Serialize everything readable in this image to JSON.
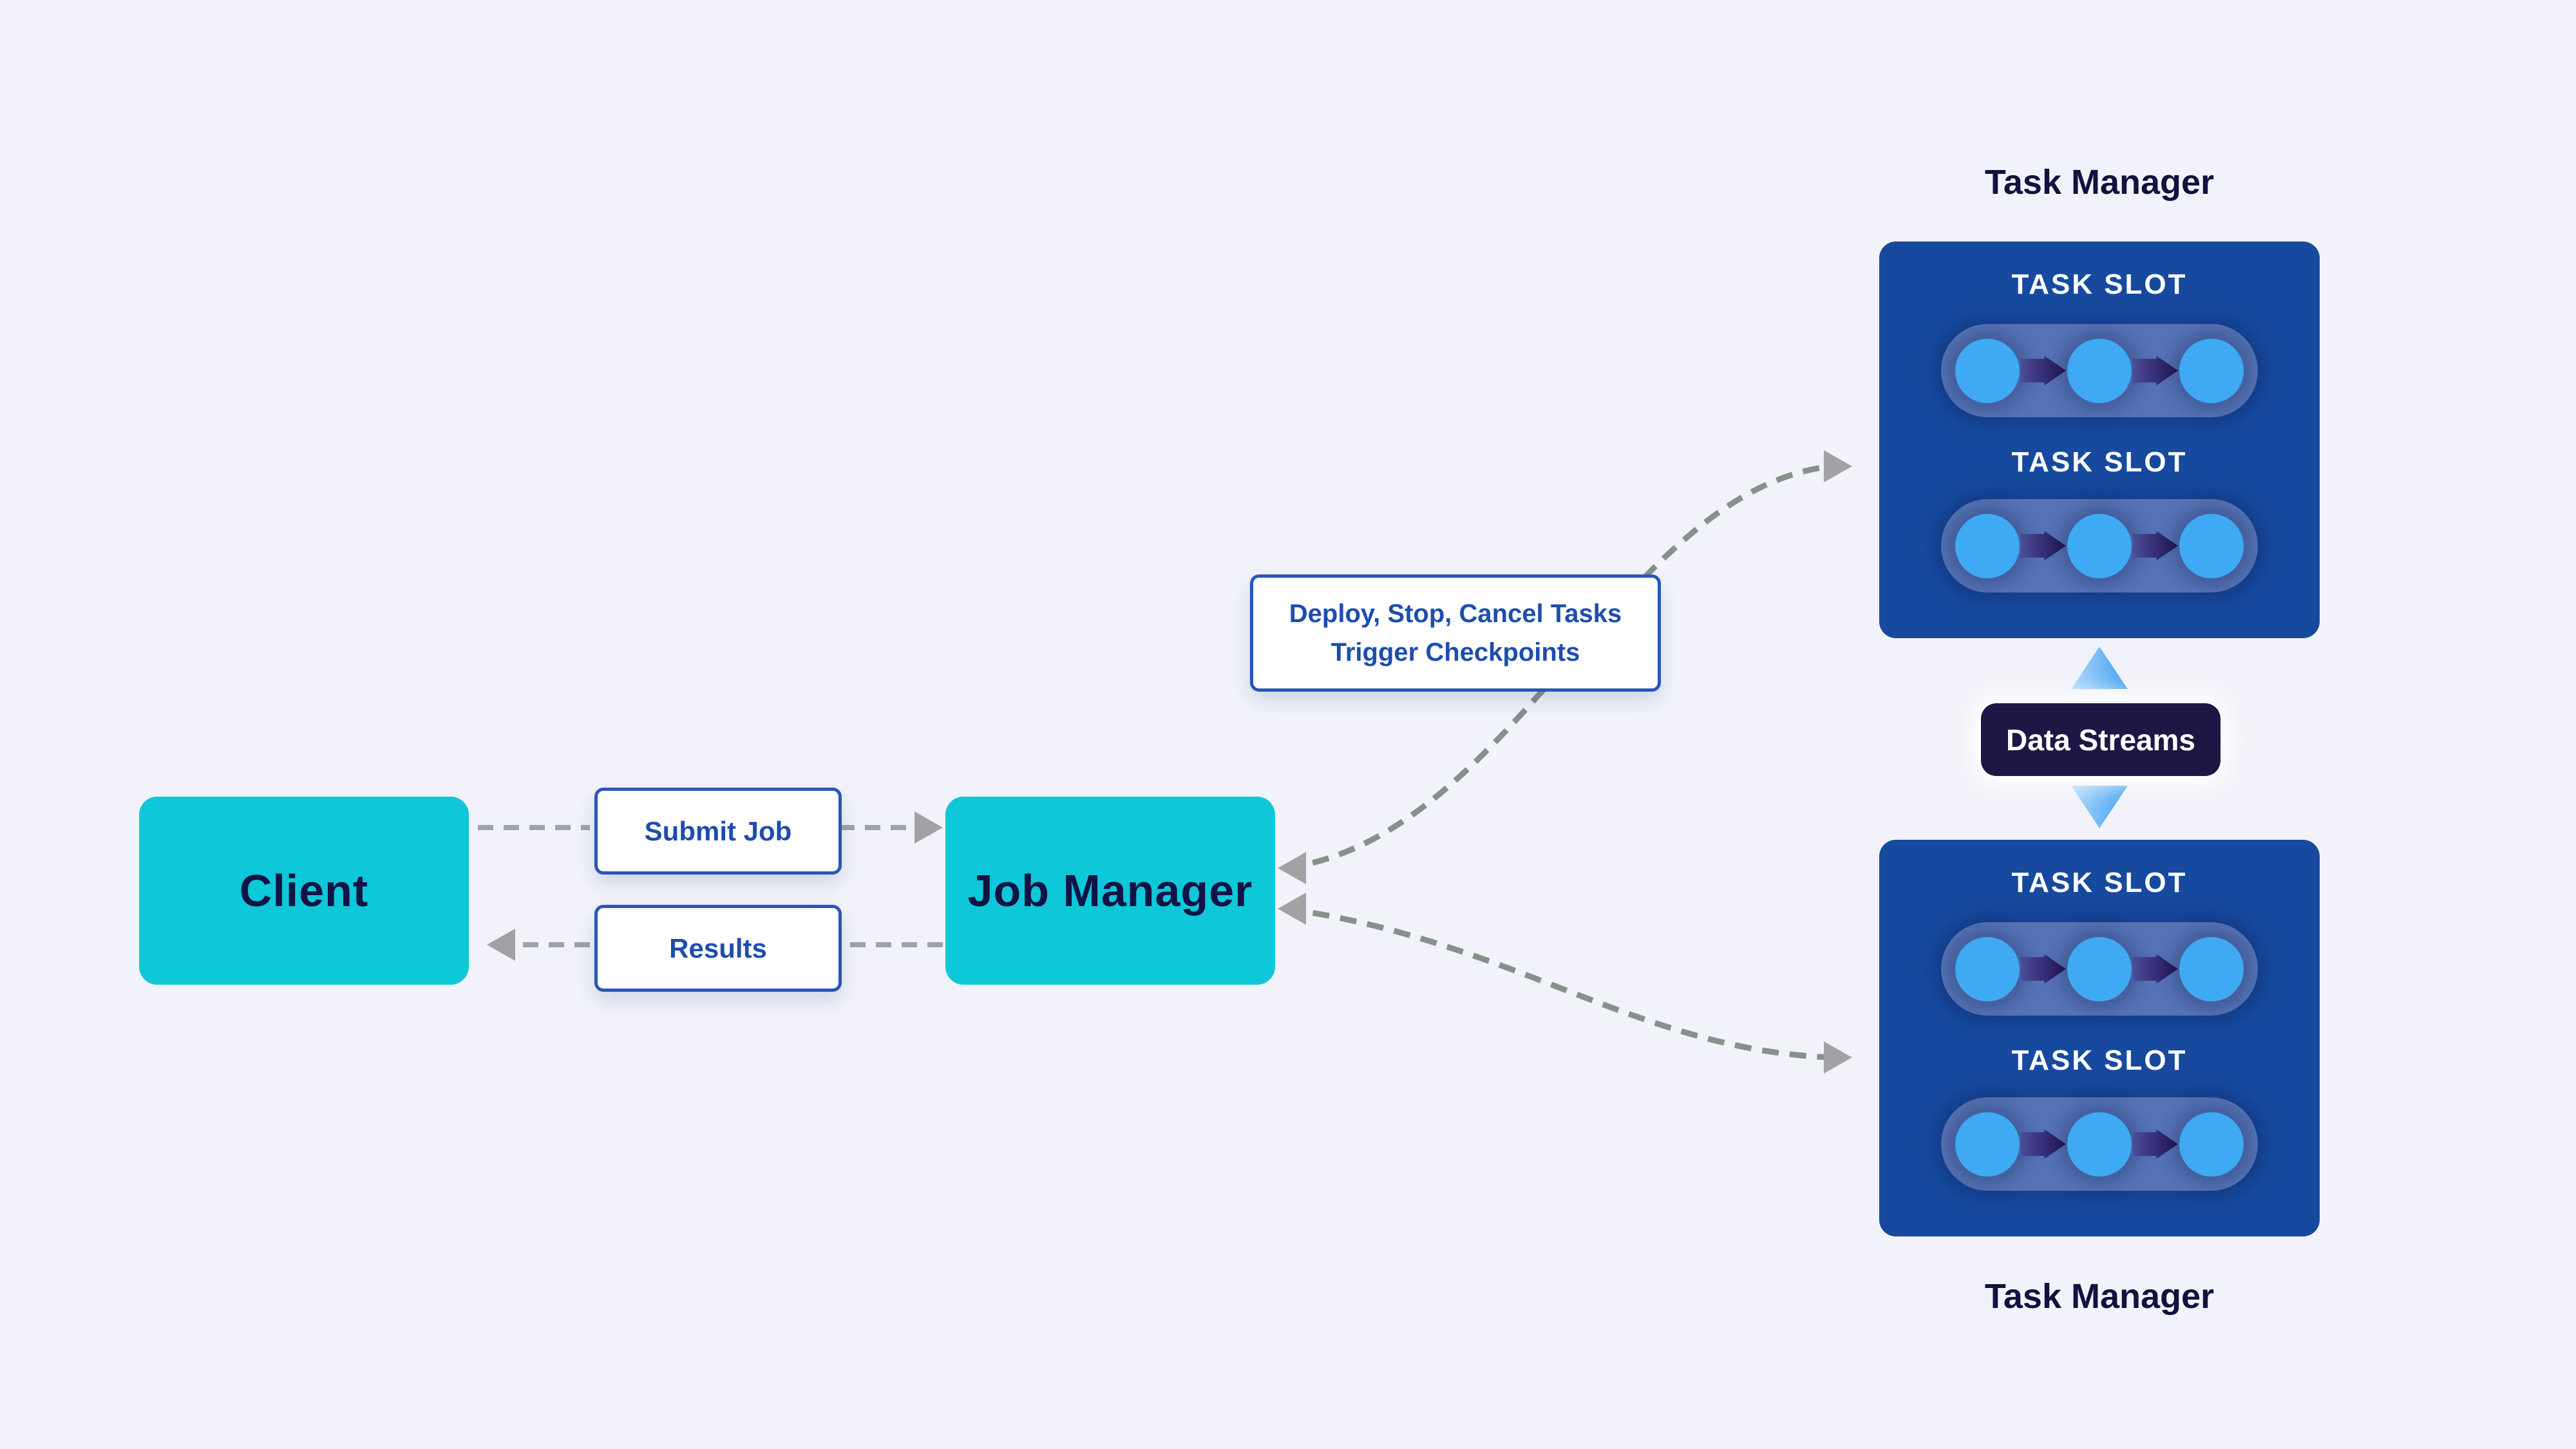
{
  "palette": {
    "background": "#F2F3FA",
    "node_cyan": "#0EC7D8",
    "node_text_navy": "#131345",
    "task_manager_blue": "#174A9E",
    "pill_blue": "#5674B5",
    "task_circle_blue": "#3FA9F3",
    "task_arrow_navy": "#1D1253",
    "label_border_blue": "#2A55B8",
    "label_text_blue": "#1E4DAF",
    "badge_bg_navy": "#1E1746",
    "dashed_line_gray": "#9EA3AA",
    "curve_line_gray": "#84918C",
    "arrowhead_gray": "#A2A2A4",
    "stream_arrow_gradient_start": "#AFD8FB",
    "stream_arrow_gradient_end": "#3E9FF3"
  },
  "nodes": {
    "client": {
      "label": "Client"
    },
    "job_manager": {
      "label": "Job Manager"
    }
  },
  "edges": {
    "submit_job": {
      "label": "Submit Job"
    },
    "results": {
      "label": "Results"
    },
    "deploy": {
      "line1": "Deploy, Stop, Cancel Tasks",
      "line2": "Trigger Checkpoints"
    },
    "data_streams": {
      "label": "Data Streams"
    }
  },
  "task_managers": [
    {
      "title": "Task Manager",
      "title_position": "above",
      "slots": [
        {
          "label": "TASK SLOT",
          "tasks": 3
        },
        {
          "label": "TASK SLOT",
          "tasks": 3
        }
      ]
    },
    {
      "title": "Task Manager",
      "title_position": "below",
      "slots": [
        {
          "label": "TASK SLOT",
          "tasks": 3
        },
        {
          "label": "TASK SLOT",
          "tasks": 3
        }
      ]
    }
  ]
}
